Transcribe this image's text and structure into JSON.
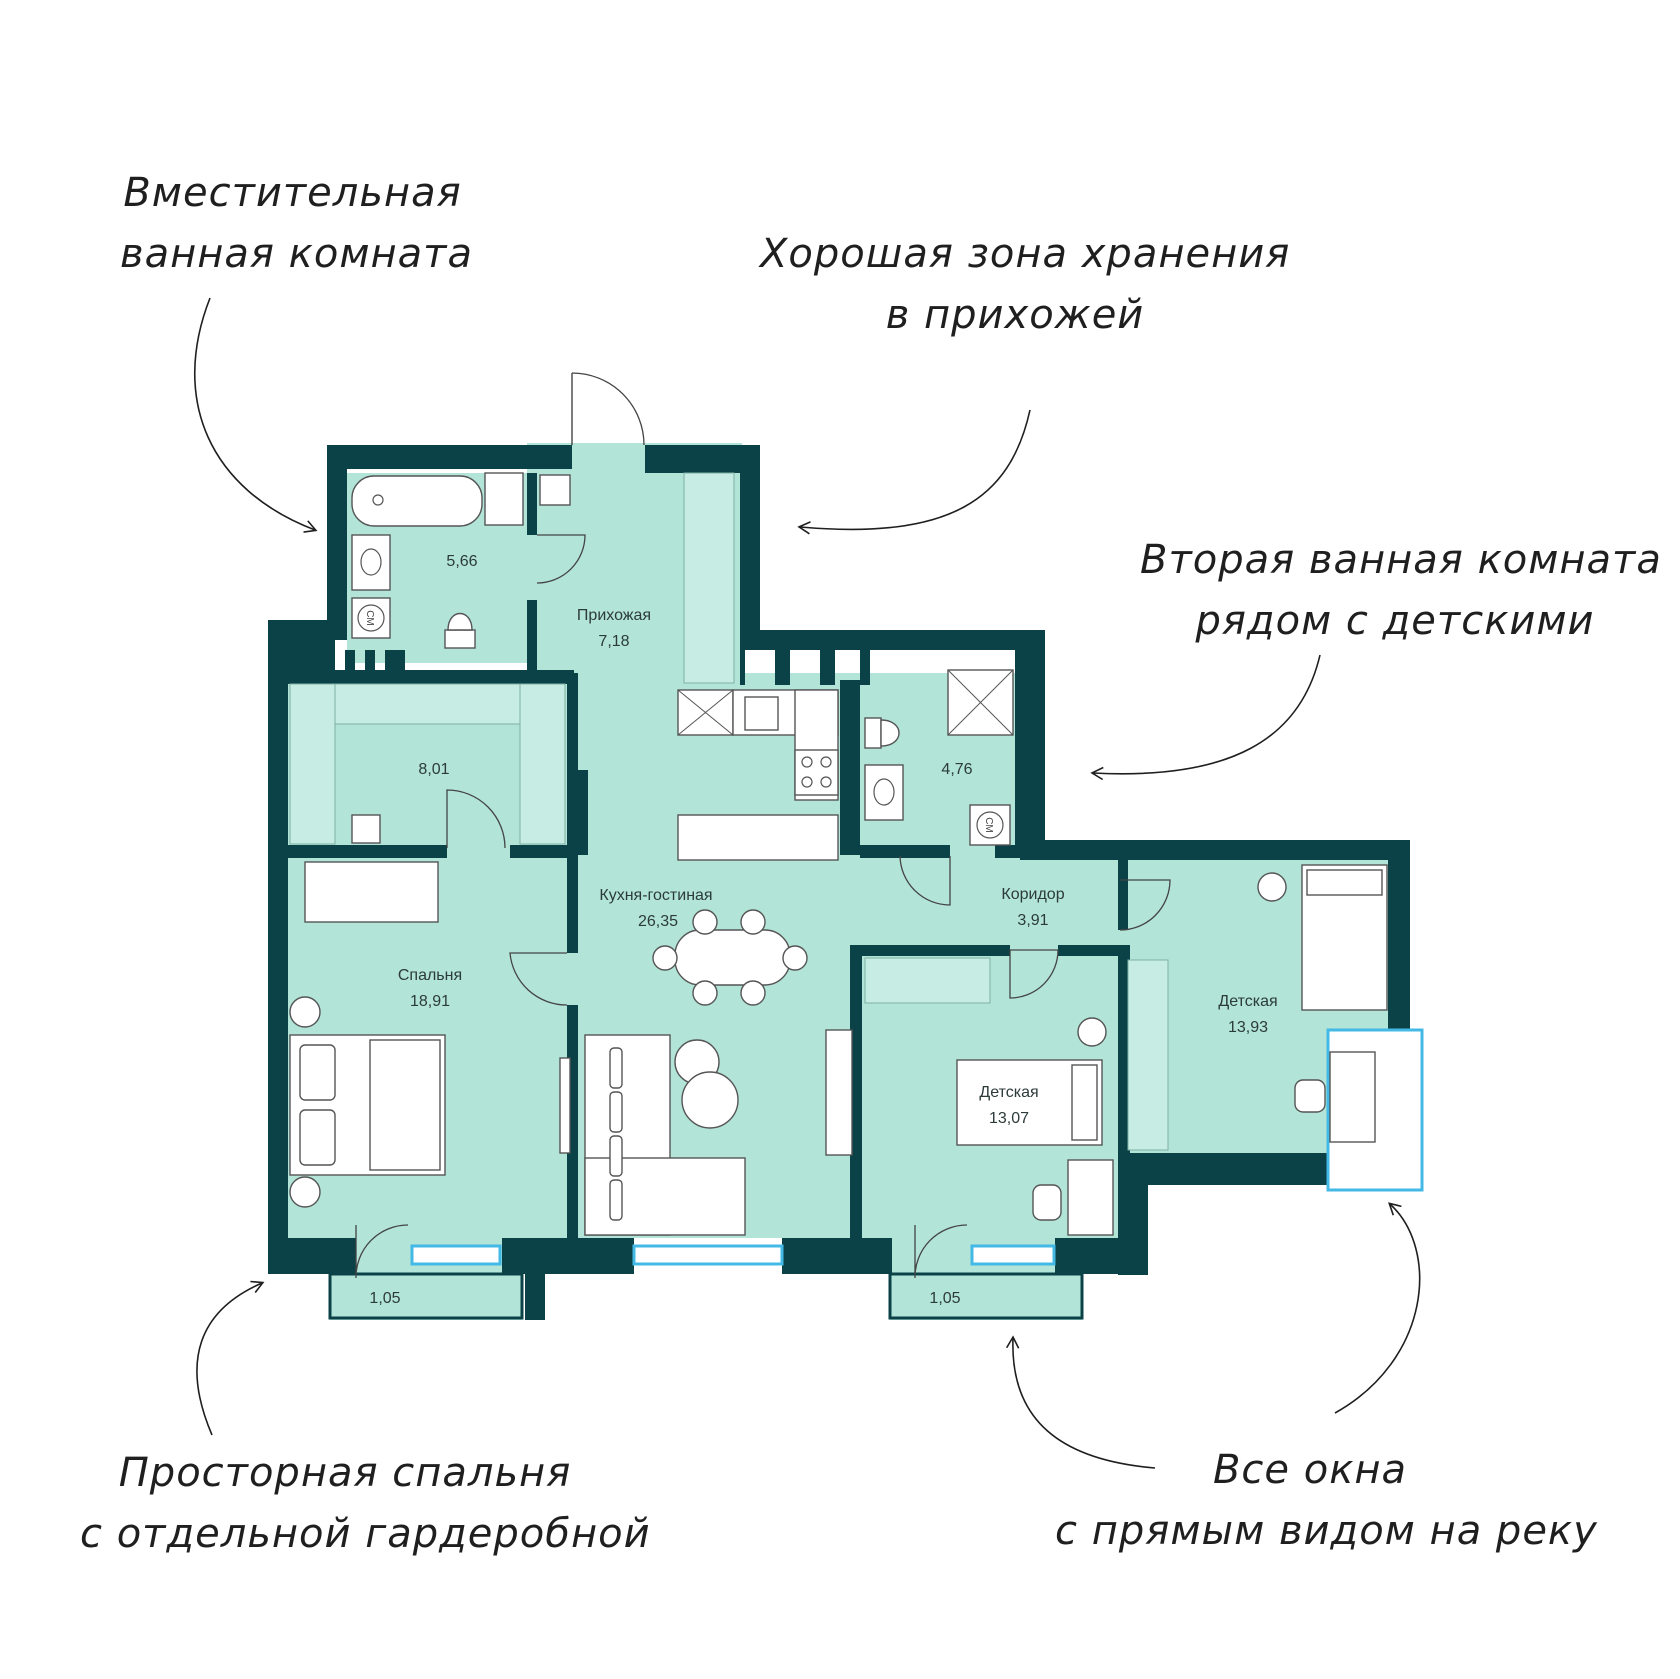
{
  "callouts": {
    "bathroom": {
      "line1": "Вместительная",
      "line2": "ванная комната"
    },
    "storage": {
      "line1": "Хорошая зона хранения",
      "line2": "в прихожей"
    },
    "second_bathroom": {
      "line1": "Вторая ванная комната",
      "line2": "рядом с детскими"
    },
    "bedroom": {
      "line1": "Просторная спальня",
      "line2": "с отдельной гардеробной"
    },
    "windows": {
      "line1": "Все окна",
      "line2": "с прямым видом на реку"
    }
  },
  "rooms": {
    "bathroom_main": {
      "area": "5,66"
    },
    "hallway": {
      "name": "Прихожая",
      "area": "7,18"
    },
    "wardrobe": {
      "area": "8,01"
    },
    "bathroom_second": {
      "area": "4,76"
    },
    "kitchen_living": {
      "name": "Кухня-гостиная",
      "area": "26,35"
    },
    "corridor": {
      "name": "Коридор",
      "area": "3,91"
    },
    "bedroom": {
      "name": "Спальня",
      "area": "18,91"
    },
    "kids_room_1": {
      "name": "Детская",
      "area": "13,07"
    },
    "kids_room_2": {
      "name": "Детская",
      "area": "13,93"
    },
    "balcony_left": {
      "area": "1,05"
    },
    "balcony_right": {
      "area": "1,05"
    }
  },
  "fixtures": {
    "washer_label": "СМ"
  },
  "colors": {
    "wall": "#0b4247",
    "floor": "#b2e4d8",
    "window": "#43b9e6",
    "text": "#1f1f1f"
  }
}
